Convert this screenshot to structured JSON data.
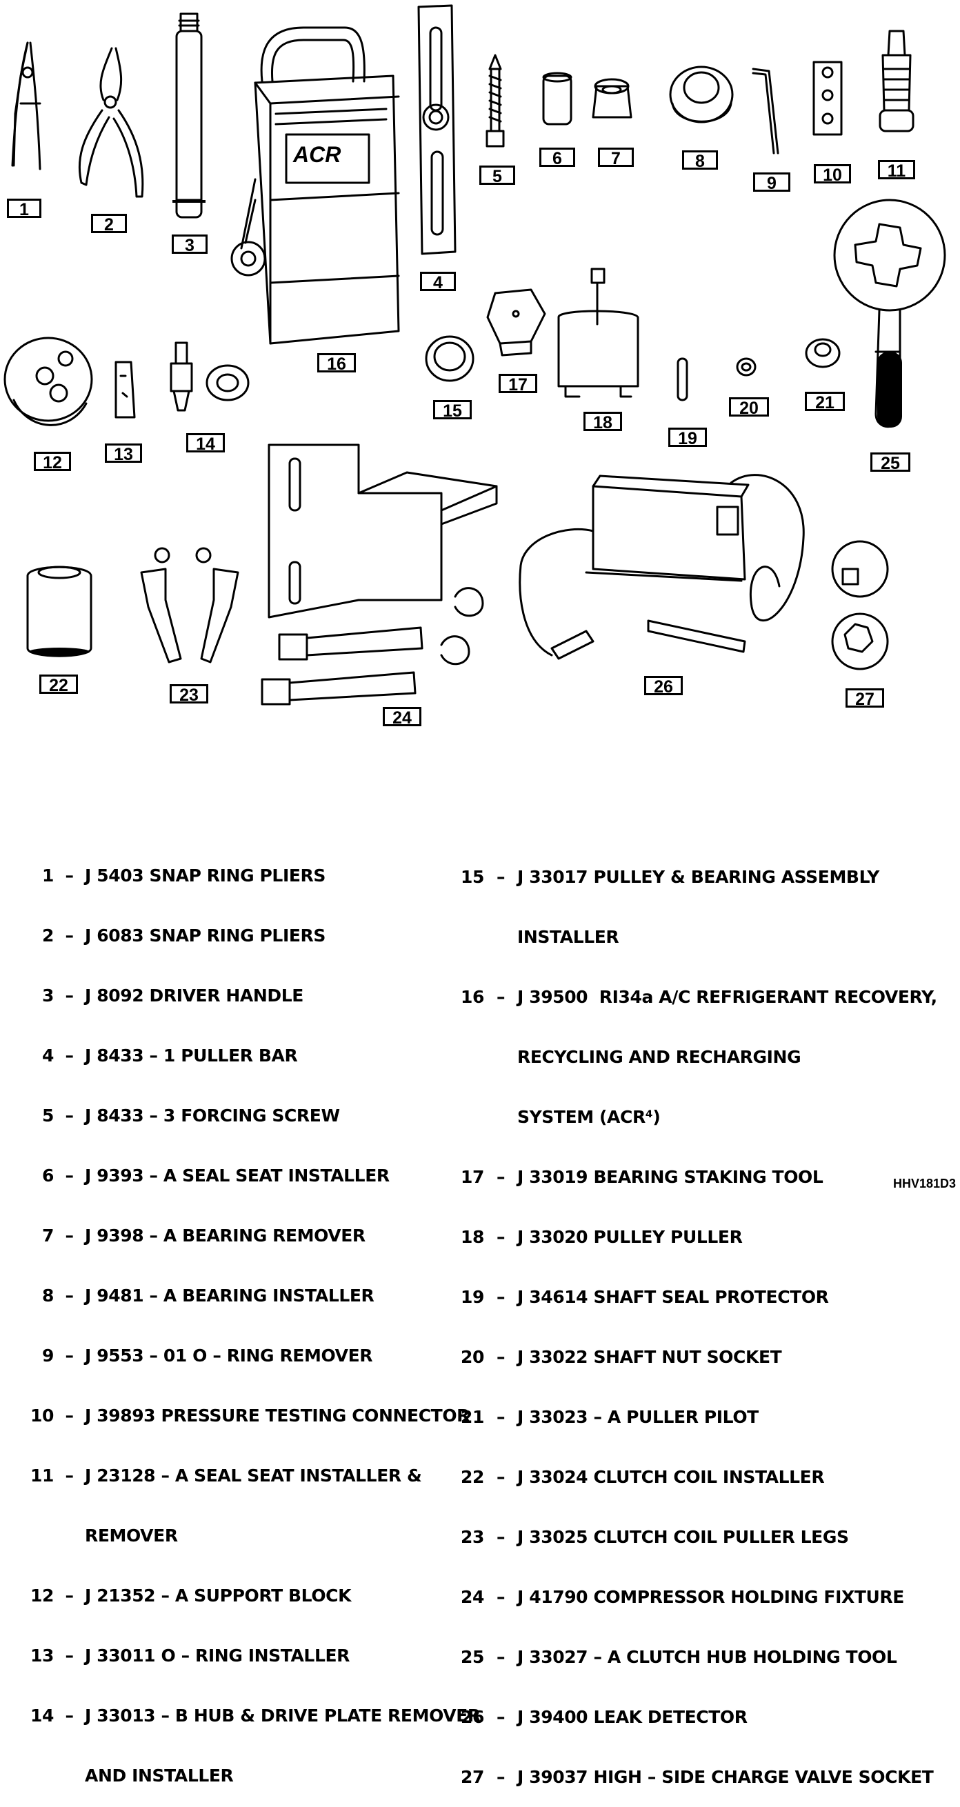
{
  "callouts": [
    "1",
    "2",
    "3",
    "4",
    "5",
    "6",
    "7",
    "8",
    "9",
    "10",
    "11",
    "12",
    "13",
    "14",
    "15",
    "16",
    "17",
    "18",
    "19",
    "20",
    "21",
    "22",
    "23",
    "24",
    "25",
    "26",
    "27"
  ],
  "legend_left": [
    {
      "num": "1",
      "text": "J 5403 SNAP RING PLIERS"
    },
    {
      "num": "2",
      "text": "J 6083 SNAP RING PLIERS"
    },
    {
      "num": "3",
      "text": "J 8092 DRIVER HANDLE"
    },
    {
      "num": "4",
      "text": "J 8433 – 1 PULLER BAR"
    },
    {
      "num": "5",
      "text": "J 8433 – 3 FORCING SCREW"
    },
    {
      "num": "6",
      "text": "J 9393 – A SEAL SEAT INSTALLER"
    },
    {
      "num": "7",
      "text": "J 9398 – A BEARING REMOVER"
    },
    {
      "num": "8",
      "text": "J 9481 – A BEARING INSTALLER"
    },
    {
      "num": "9",
      "text": "J 9553 – 01 O – RING REMOVER"
    },
    {
      "num": "10",
      "text": "J 39893 PRESSURE TESTING CONNECTOR"
    },
    {
      "num": "11",
      "text": "J 23128 – A SEAL SEAT INSTALLER &",
      "cont": "REMOVER"
    },
    {
      "num": "12",
      "text": "J 21352 – A SUPPORT BLOCK"
    },
    {
      "num": "13",
      "text": "J 33011 O – RING INSTALLER"
    },
    {
      "num": "14",
      "text": "J 33013 – B HUB & DRIVE PLATE REMOVER",
      "cont": "AND INSTALLER"
    }
  ],
  "legend_right": [
    {
      "num": "15",
      "text": "J 33017 PULLEY & BEARING ASSEMBLY",
      "cont": "INSTALLER"
    },
    {
      "num": "16",
      "text": "J 39500  RI34a A/C REFRIGERANT RECOVERY,",
      "cont": "RECYCLING AND RECHARGING",
      "cont2": "SYSTEM (ACR⁴)"
    },
    {
      "num": "17",
      "text": "J 33019 BEARING STAKING TOOL"
    },
    {
      "num": "18",
      "text": "J 33020 PULLEY PULLER"
    },
    {
      "num": "19",
      "text": "J 34614 SHAFT SEAL PROTECTOR"
    },
    {
      "num": "20",
      "text": "J 33022 SHAFT NUT SOCKET"
    },
    {
      "num": "21",
      "text": "J 33023 – A PULLER PILOT"
    },
    {
      "num": "22",
      "text": "J 33024 CLUTCH COIL INSTALLER"
    },
    {
      "num": "23",
      "text": "J 33025 CLUTCH COIL PULLER LEGS"
    },
    {
      "num": "24",
      "text": "J 41790 COMPRESSOR HOLDING FIXTURE"
    },
    {
      "num": "25",
      "text": "J 33027 – A CLUTCH HUB HOLDING TOOL"
    },
    {
      "num": "26",
      "text": "J 39400 LEAK DETECTOR"
    },
    {
      "num": "27",
      "text": "J 39037 HIGH – SIDE CHARGE VALVE SOCKET"
    }
  ],
  "dash": "–",
  "machine_badge": "ACR",
  "figure_code": "HHV181D3"
}
